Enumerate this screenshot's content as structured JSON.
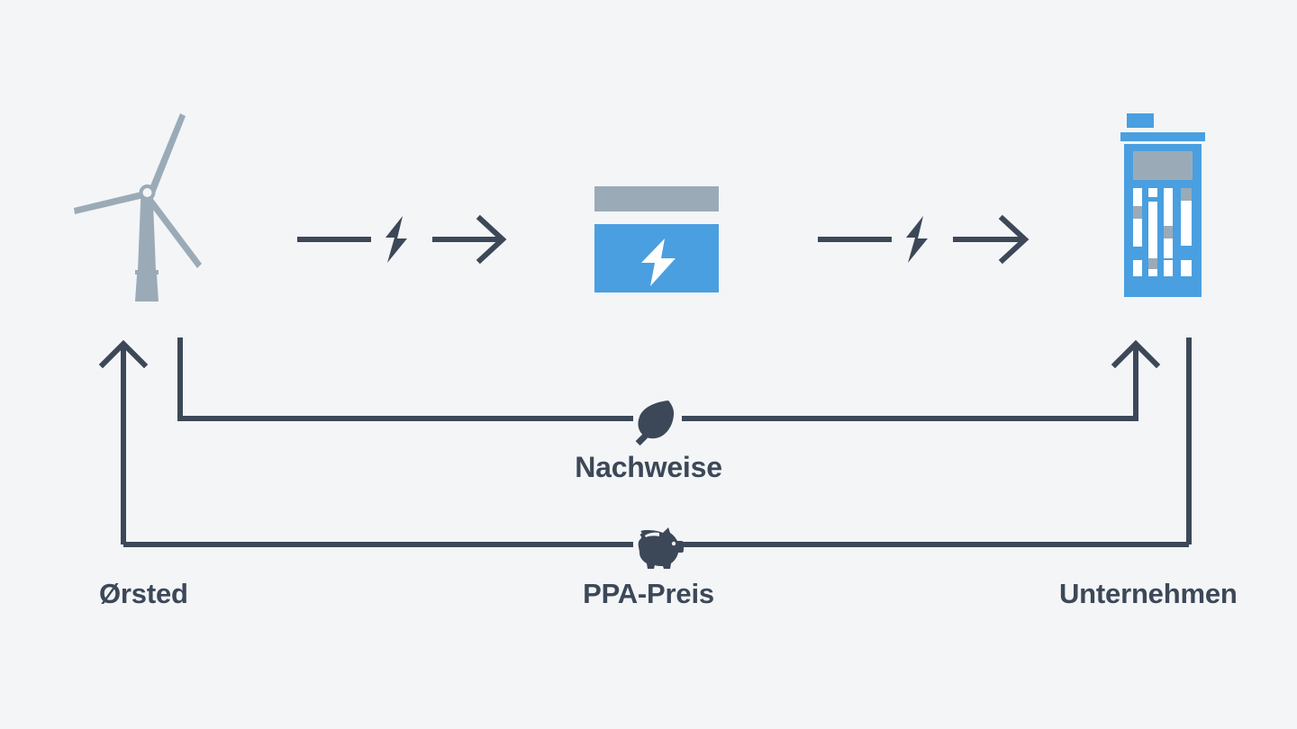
{
  "diagram": {
    "title_text": "",
    "background_color": "#f4f5f7",
    "line_color": "#3c4858",
    "accent_blue": "#4a9fe0",
    "accent_gray": "#9aa8b4",
    "nodes": [
      {
        "id": "orsted",
        "label": "Ørsted",
        "icon": "wind-turbine-icon"
      },
      {
        "id": "grid",
        "label": "",
        "icon": "power-grid-icon"
      },
      {
        "id": "unternehmen",
        "label": "Unternehmen",
        "icon": "office-building-icon"
      }
    ],
    "flows": [
      {
        "id": "electricity-left",
        "label": "",
        "icon": "lightning-bolt-icon",
        "direction": "right"
      },
      {
        "id": "electricity-right",
        "label": "",
        "icon": "lightning-bolt-icon",
        "direction": "right"
      },
      {
        "id": "nachweise",
        "label": "Nachweise",
        "icon": "leaf-icon",
        "direction": "right-to-left"
      },
      {
        "id": "ppa-preis",
        "label": "PPA-Preis",
        "icon": "piggy-bank-icon",
        "direction": "right-to-left"
      }
    ]
  }
}
